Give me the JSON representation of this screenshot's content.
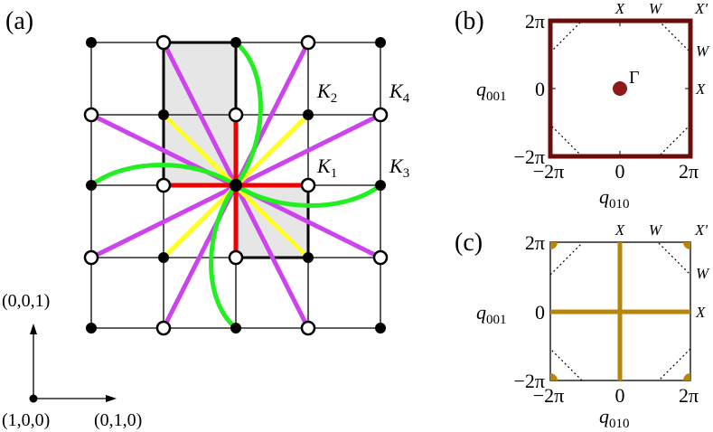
{
  "panel_a": {
    "label": "(a)",
    "k_labels": [
      {
        "main": "K",
        "sub": "2"
      },
      {
        "main": "K",
        "sub": "4"
      },
      {
        "main": "K",
        "sub": "1"
      },
      {
        "main": "K",
        "sub": "3"
      }
    ],
    "axes": {
      "origin": "(1,0,0)",
      "horizontal": "(0,1,0)",
      "vertical": "(0,0,1)"
    }
  },
  "panel_b": {
    "label": "(b)",
    "gamma": "Γ",
    "ticks": {
      "pos": "2π",
      "zero": "0",
      "neg": "−2π"
    },
    "ylabel": {
      "main": "q",
      "sub": "001"
    },
    "xlabel": {
      "main": "q",
      "sub": "010"
    },
    "points": {
      "x": "X",
      "w": "W",
      "xp": "X'"
    },
    "frame_color": "#6b0c0c",
    "gamma_color": "#8b1a1a"
  },
  "panel_c": {
    "label": "(c)",
    "ticks": {
      "pos": "2π",
      "zero": "0",
      "neg": "−2π"
    },
    "ylabel": {
      "main": "q",
      "sub": "001"
    },
    "xlabel": {
      "main": "q",
      "sub": "010"
    },
    "points": {
      "x": "X",
      "w": "W",
      "xp": "X'"
    },
    "line_color": "#b8860b"
  },
  "colors": {
    "magenta": "#cc44ee",
    "yellow": "#ffff22",
    "red": "#ee0000",
    "green": "#22ee22",
    "shade": "#e6e6e6"
  }
}
